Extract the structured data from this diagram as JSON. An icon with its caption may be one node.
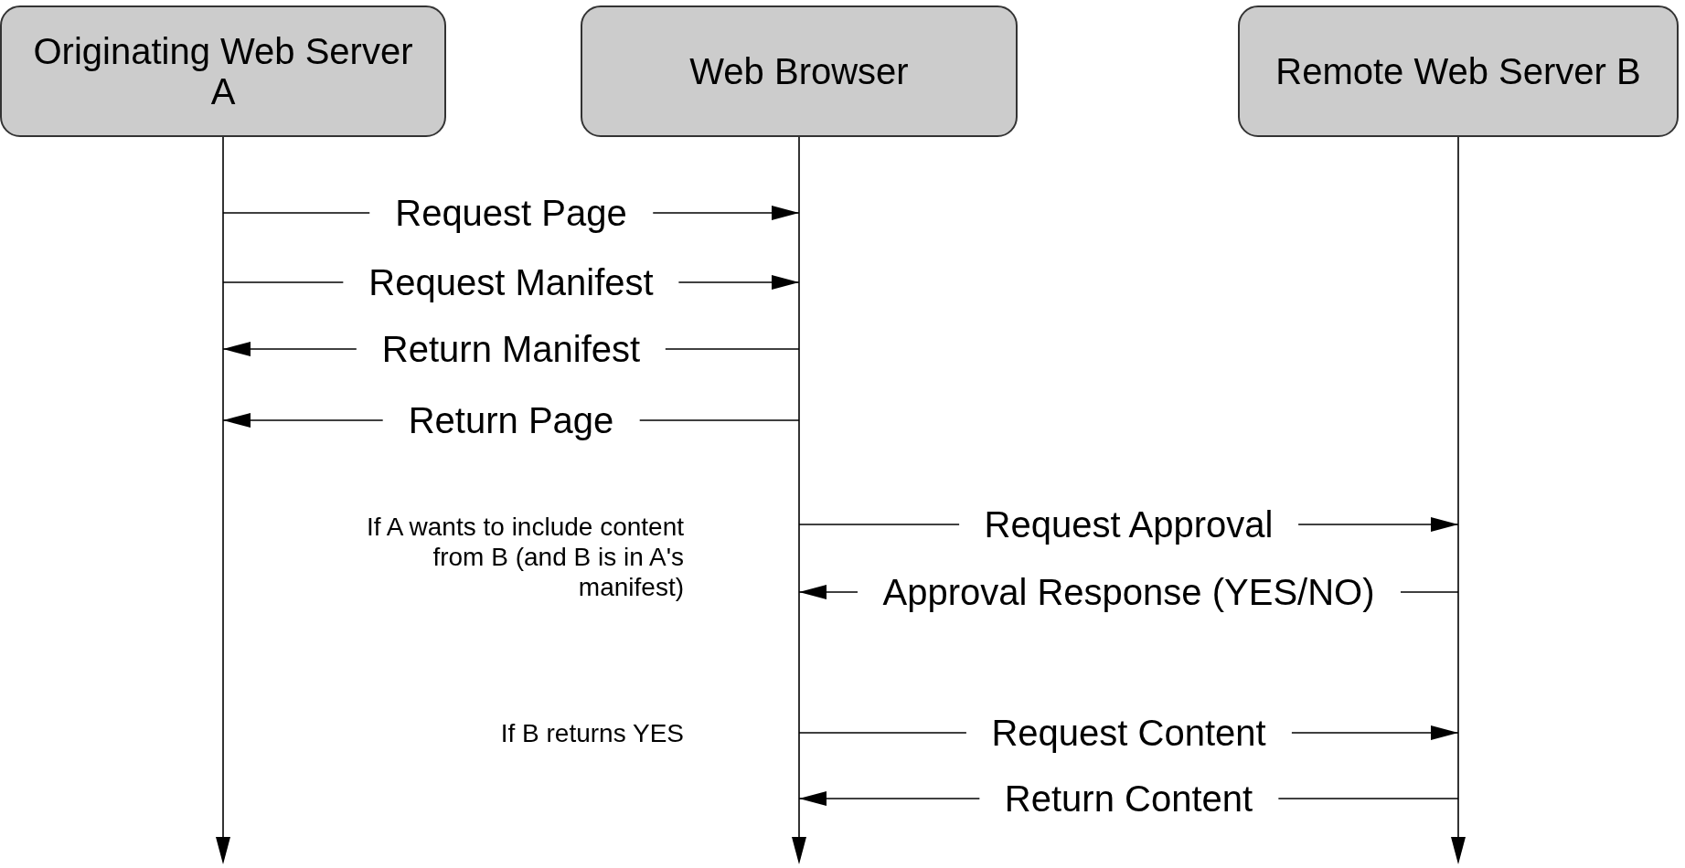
{
  "diagram": {
    "nodes": [
      {
        "text": [
          "Originating Web Server A"
        ]
      },
      {
        "text": [
          "Web Browser"
        ]
      },
      {
        "text": [
          "Remote Web Server B"
        ]
      }
    ],
    "edges": [
      {
        "from": 0,
        "to": 1,
        "arrow": "to",
        "label": "Request Page"
      },
      {
        "from": 0,
        "to": 1,
        "arrow": "to",
        "label": "Request Manifest"
      },
      {
        "from": 1,
        "to": 0,
        "arrow": "to",
        "label": "Return Manifest"
      },
      {
        "from": 1,
        "to": 0,
        "arrow": "to",
        "label": "Return Page"
      },
      {
        "from": 1,
        "to": 2,
        "arrow": "to",
        "label": "Request Approval"
      },
      {
        "from": 2,
        "to": 1,
        "arrow": "to",
        "label": "Approval Response (YES/NO)"
      },
      {
        "from": 1,
        "to": 2,
        "arrow": "to",
        "label": "Request Content"
      },
      {
        "from": 2,
        "to": 1,
        "arrow": "to",
        "label": "Return Content"
      }
    ],
    "labels": [
      "If A wants to include content from B (and B is in A's manifest)",
      "If B returns YES"
    ]
  }
}
